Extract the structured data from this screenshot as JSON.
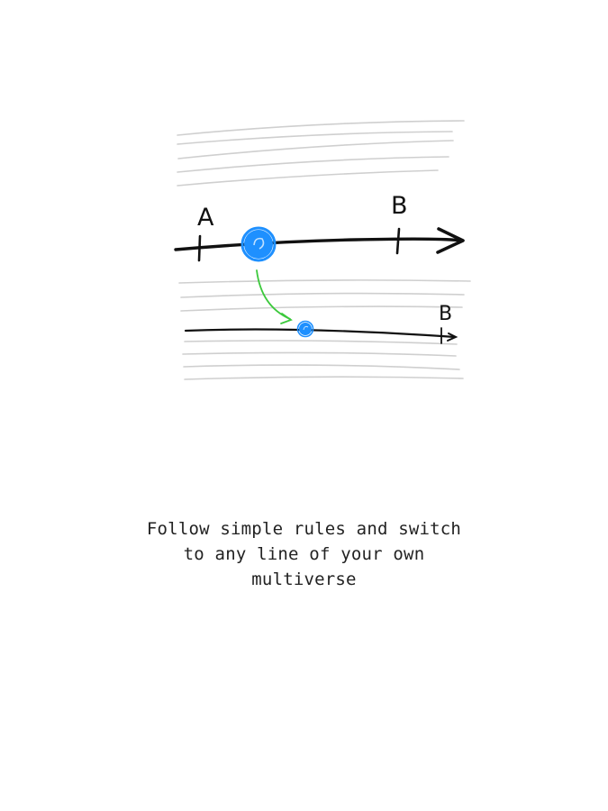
{
  "illustration": {
    "label_a": "A",
    "label_b_main": "B",
    "label_b_alt": "B",
    "colors": {
      "timeline": "#111111",
      "background_lines": "#cfcfcf",
      "point": "#1e90ff",
      "transition_arrow": "#3cc93c"
    },
    "icons": [
      "current-point-icon",
      "transition-arrow-icon",
      "alternate-point-icon"
    ]
  },
  "caption": {
    "line1": "Follow simple rules and switch",
    "line2": "to any line of your own",
    "line3": "multiverse"
  }
}
